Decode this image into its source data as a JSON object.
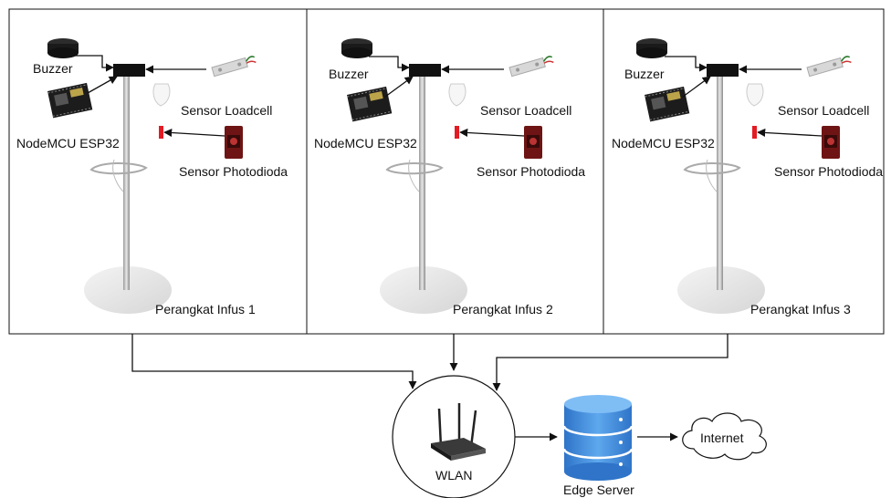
{
  "panels": [
    {
      "buzzer": "Buzzer",
      "mcu": "NodeMCU ESP32",
      "loadcell": "Sensor Loadcell",
      "photodiode": "Sensor Photodioda",
      "device": "Perangkat Infus 1"
    },
    {
      "buzzer": "Buzzer",
      "mcu": "NodeMCU ESP32",
      "loadcell": "Sensor Loadcell",
      "photodiode": "Sensor Photodioda",
      "device": "Perangkat Infus 2"
    },
    {
      "buzzer": "Buzzer",
      "mcu": "NodeMCU ESP32",
      "loadcell": "Sensor Loadcell",
      "photodiode": "Sensor Photodioda",
      "device": "Perangkat Infus 3"
    }
  ],
  "network": {
    "wlan": "WLAN",
    "server": "Edge Server",
    "internet": "Internet"
  },
  "colors": {
    "line": "#111111",
    "server_blue": "#3b82d6",
    "server_light": "#5aa3ec",
    "sensor_red": "#8b1a1a",
    "led_red": "#e31b23"
  }
}
